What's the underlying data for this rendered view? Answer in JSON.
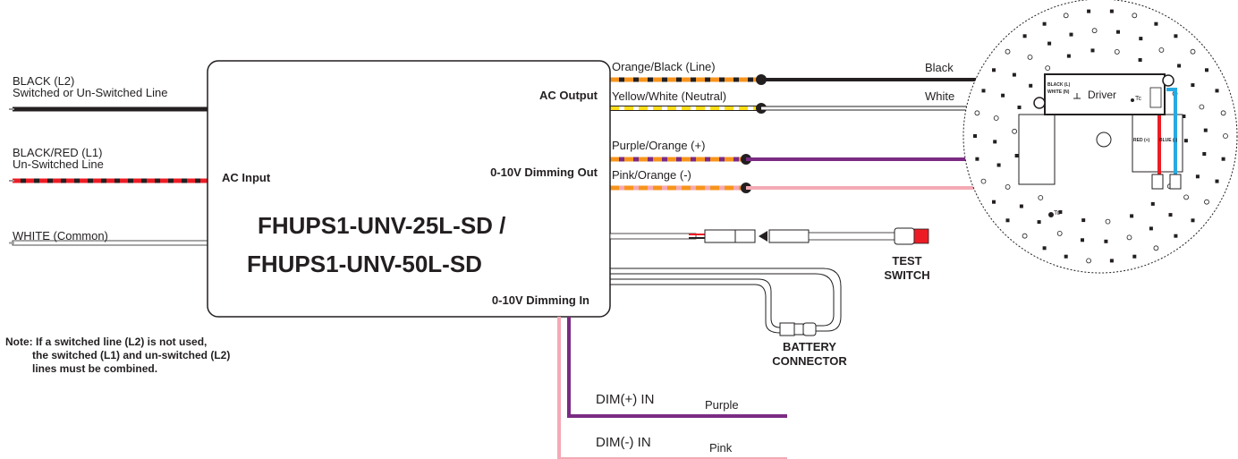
{
  "input_wires": [
    {
      "line1": "BLACK (L2)",
      "line2": "Switched or Un-Switched Line"
    },
    {
      "line1": "BLACK/RED (L1)",
      "line2": "Un-Switched Line"
    },
    {
      "line1": "WHITE (Common)",
      "line2": ""
    }
  ],
  "module": {
    "ac_input": "AC Input",
    "ac_output": "AC Output",
    "dimming_out": "0-10V Dimming Out",
    "dimming_in": "0-10V Dimming In",
    "model_line1": "FHUPS1-UNV-25L-SD /",
    "model_line2": "FHUPS1-UNV-50L-SD"
  },
  "output_wires": [
    {
      "label": "Orange/Black (Line)",
      "color_a": "#f7941d",
      "color_b": "#231f20"
    },
    {
      "label": "Yellow/White (Neutral)",
      "color_a": "#ffde17",
      "color_b": "#ffffff"
    },
    {
      "label": "Purple/Orange (+)",
      "color_a": "#f7941d",
      "color_b": "#7b2b83"
    },
    {
      "label": "Pink/Orange (-)",
      "color_a": "#f7941d",
      "color_b": "#f4a9b4"
    }
  ],
  "fixture_wires": {
    "black": "Black",
    "white": "White"
  },
  "driver": {
    "label": "Driver",
    "tc": "Tc",
    "tc_board": "Tc",
    "black_l": "BLACK (L)",
    "white_n": "WHITE (N)",
    "red": "RED (+)",
    "blue": "BLUE (-)"
  },
  "test_switch": {
    "line1": "TEST",
    "line2": "SWITCH"
  },
  "battery": {
    "line1": "BATTERY",
    "line2": "CONNECTOR"
  },
  "dim_in": [
    {
      "label": "DIM(+) IN",
      "color_name": "Purple",
      "color": "#7b2b83"
    },
    {
      "label": "DIM(-) IN",
      "color_name": "Pink",
      "color": "#f4a9b4"
    }
  ],
  "note": {
    "line1": "Note: If a switched line (L2) is not used,",
    "line2": "the switched (L1) and un-switched (L2)",
    "line3": "lines must be combined."
  },
  "colors": {
    "black": "#231f20",
    "red": "#ed1c24",
    "orange": "#f7941d",
    "yellow": "#ffde17",
    "purple": "#7b2b83",
    "pink": "#f4a9b4",
    "blue": "#27aae1",
    "gray": "#999999"
  }
}
